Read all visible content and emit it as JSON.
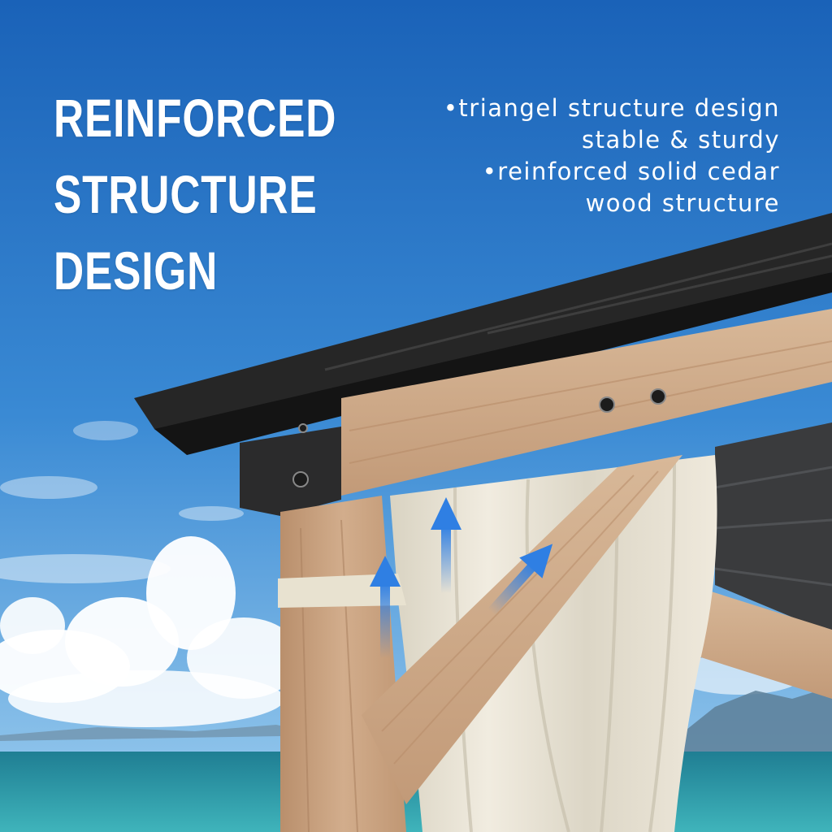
{
  "headline": {
    "line1": "REINFORCED",
    "line2": "STRUCTURE",
    "line3": "DESIGN"
  },
  "features": {
    "line1": "•triangel structure design",
    "line2": "stable & sturdy",
    "line3": "•reinforced solid cedar",
    "line4": "wood structure"
  },
  "colors": {
    "sky_top": "#1f6fc4",
    "sky_bottom": "#6fb3e6",
    "sea": "#2e9aa8",
    "cedar": "#caa482",
    "roof": "#2b2a2a",
    "curtain": "#e9e4d5",
    "arrow": "#2f7fe3",
    "text": "#ffffff"
  }
}
